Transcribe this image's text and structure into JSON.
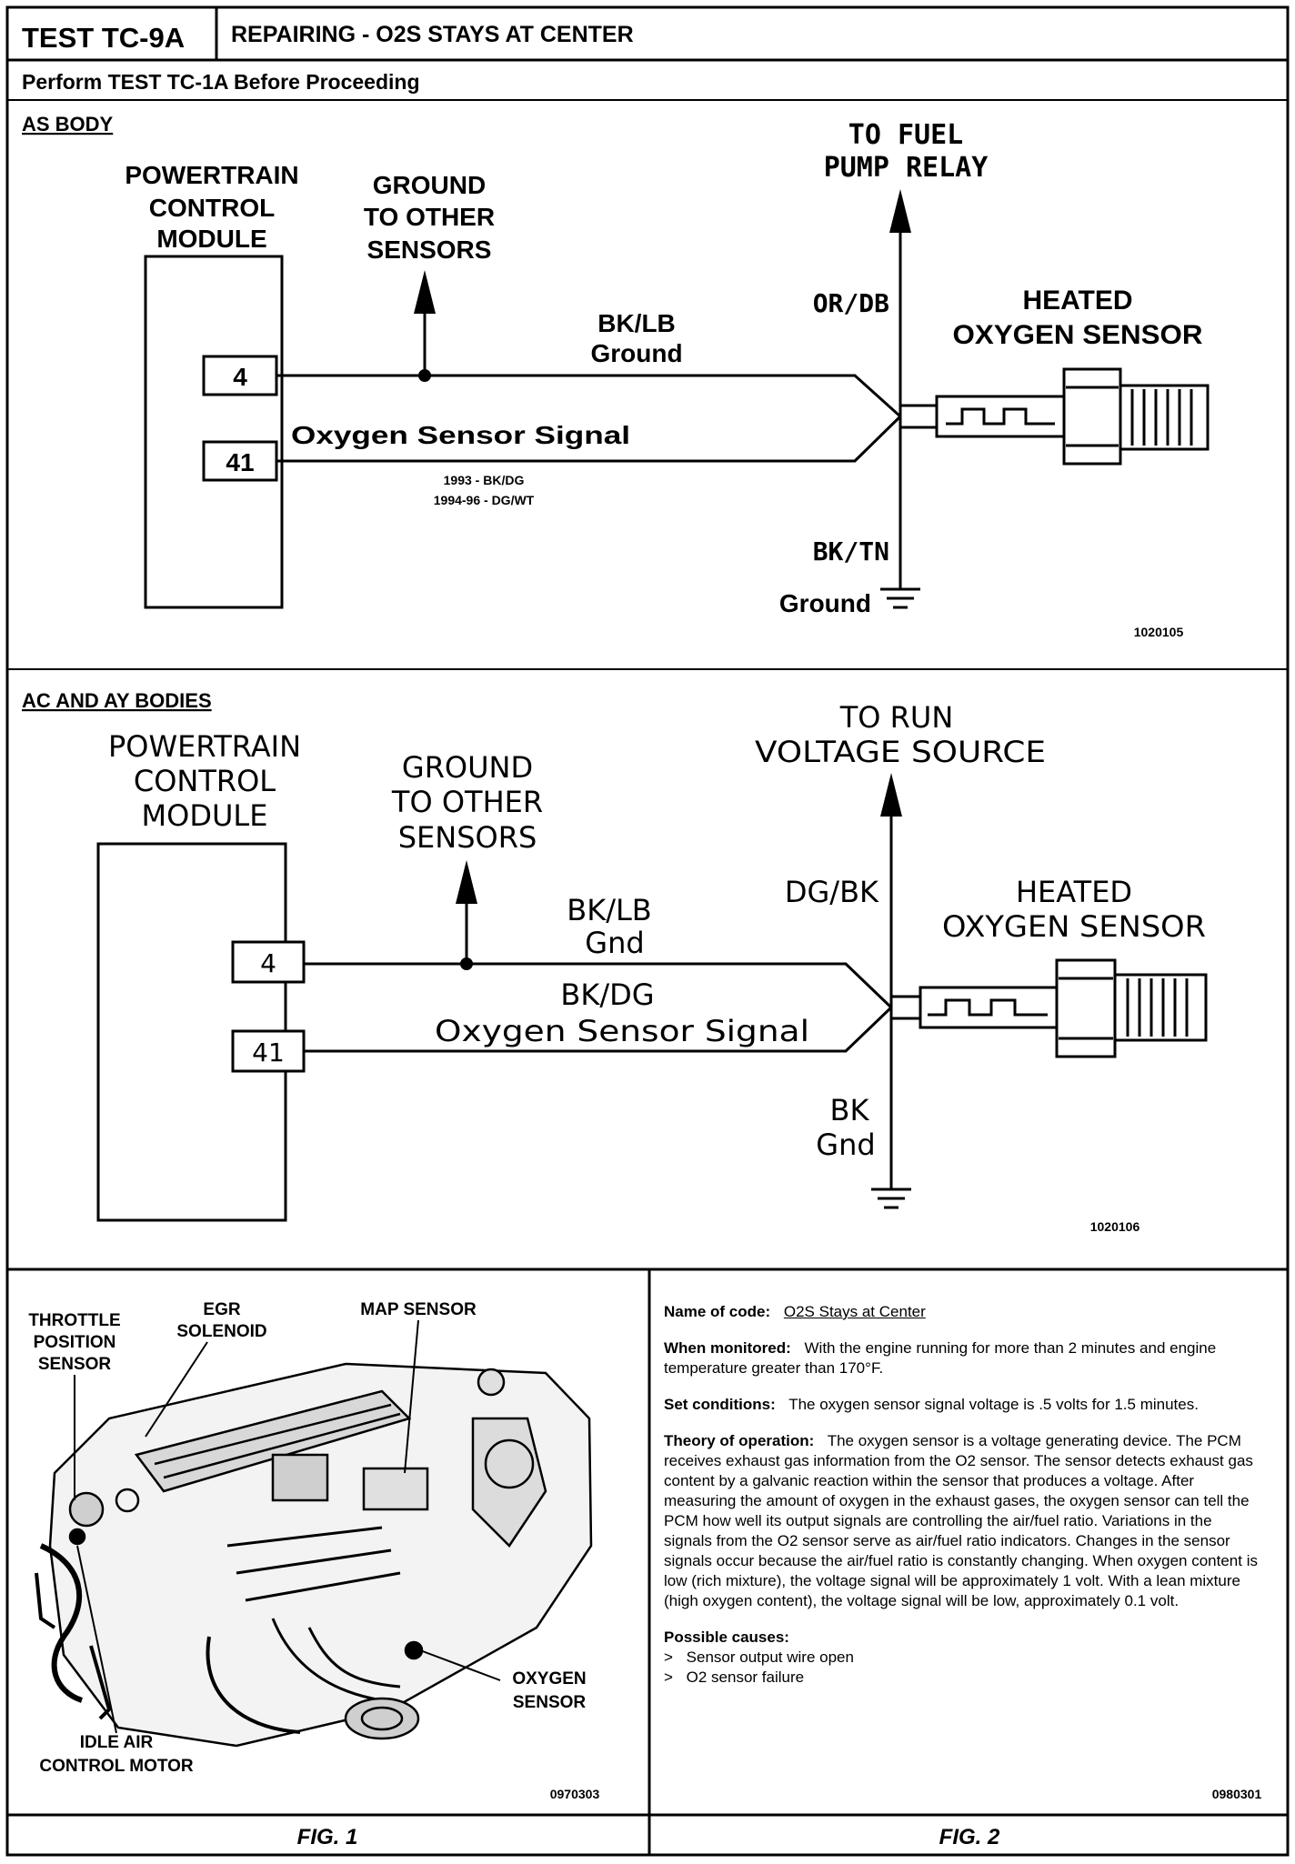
{
  "header": {
    "test_id": "TEST TC-9A",
    "title": "REPAIRING - O2S STAYS AT CENTER",
    "prerequisite": "Perform TEST TC-1A Before Proceeding"
  },
  "diagram_as": {
    "section_label": "AS BODY",
    "pcm_label": [
      "POWERTRAIN",
      "CONTROL",
      "MODULE"
    ],
    "ground_label": [
      "GROUND",
      "TO OTHER",
      "SENSORS"
    ],
    "power_label": [
      "TO FUEL",
      "PUMP RELAY"
    ],
    "power_wire": "OR/DB",
    "sensor_label": [
      "HEATED",
      "OXYGEN SENSOR"
    ],
    "pin_a": "4",
    "pin_b": "41",
    "wire_top_color": "BK/LB",
    "wire_top_name": "Ground",
    "wire_bottom_name": "Oxygen Sensor Signal",
    "wire_bottom_note": [
      "1993 - BK/DG",
      "1994-96 - DG/WT"
    ],
    "ground_wire": "BK/TN",
    "ground_name": "Ground",
    "figure_number": "1020105"
  },
  "diagram_ac": {
    "section_label": "AC AND AY BODIES",
    "pcm_label": [
      "POWERTRAIN",
      "CONTROL",
      "MODULE"
    ],
    "ground_label": [
      "GROUND",
      "TO OTHER",
      "SENSORS"
    ],
    "power_label": [
      "TO RUN",
      "VOLTAGE SOURCE"
    ],
    "power_wire": "DG/BK",
    "sensor_label": [
      "HEATED",
      "OXYGEN SENSOR"
    ],
    "pin_a": "4",
    "pin_b": "41",
    "wire_top_color": "BK/LB",
    "wire_top_name": "Gnd",
    "wire_bottom_color": "BK/DG",
    "wire_bottom_name": "Oxygen Sensor Signal",
    "ground_wire": "BK",
    "ground_name": "Gnd",
    "figure_number": "1020106"
  },
  "fig1": {
    "labels": {
      "throttle": [
        "THROTTLE",
        "POSITION",
        "SENSOR"
      ],
      "egr": [
        "EGR",
        "SOLENOID"
      ],
      "map": "MAP SENSOR",
      "oxygen": [
        "OXYGEN",
        "SENSOR"
      ],
      "idle": [
        "IDLE AIR",
        "CONTROL MOTOR"
      ]
    },
    "figure_number": "0970303",
    "caption": "FIG. 1"
  },
  "fig2": {
    "name_of_code_label": "Name of code:",
    "name_of_code": "O2S Stays at Center",
    "when_monitored_label": "When monitored:",
    "when_monitored": "With the engine running for more than 2 minutes and engine temperature greater than 170°F.",
    "set_conditions_label": "Set conditions:",
    "set_conditions": "The oxygen sensor signal voltage is .5 volts for 1.5 minutes.",
    "theory_label": "Theory of operation:",
    "theory": "The oxygen sensor is a voltage generating device. The PCM receives exhaust gas information from the O2 sensor. The sensor detects exhaust gas content by a galvanic reaction within the sensor that produces a voltage. After measuring the amount of oxygen in the exhaust gases, the oxygen sensor can tell the PCM how well its output signals are controlling the air/fuel ratio. Variations in the signals from the O2 sensor serve as air/fuel ratio indicators. Changes in the sensor signals occur because the air/fuel ratio is constantly changing. When oxygen content is low (rich mixture), the voltage signal will be approximately 1 volt. With a lean mixture (high oxygen content), the voltage signal will be low, approximately 0.1 volt.",
    "causes_label": "Possible causes:",
    "causes": [
      "Sensor output wire open",
      "O2 sensor failure"
    ],
    "figure_number": "0980301",
    "caption": "FIG. 2"
  }
}
